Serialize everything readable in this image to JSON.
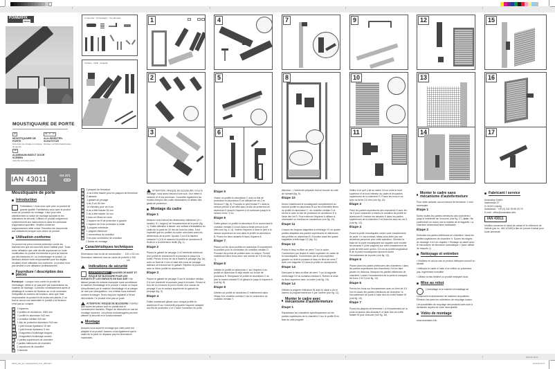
{
  "cover": {
    "brand": "POWERFIX",
    "brand_sub": "PROFI",
    "title": "MOUSTIQUAIRE DE PORTE",
    "languages": [
      {
        "flag": "FR",
        "title": "MOUSTIQUAIRE DE PORTE",
        "subtitle": "Instructions de montage et consignes de sécurité"
      },
      {
        "flag": "DE · AT · CH",
        "title": "ALU-INSEKTEN-SCHUTZTÜR",
        "subtitle": "Montage- und Sicherheitshinweise"
      },
      {
        "flag": "GB",
        "title": "ALUMINIUM INSECT DOOR SCREEN",
        "subtitle": "Assembly and safety advice"
      }
    ],
    "ian": "IAN 43011",
    "oa": "OA 371",
    "oa_flag": "FR"
  },
  "col1": {
    "page_title": "Moustiquaire de porte",
    "intro_heading": "Introduction",
    "intro_text": "Félicitations ! Vous avez opté pour un produit de grande qualité. Familiarisez-vous avec le produit avant de procéder au montage. Lisez pour cela attentivement la notice de montage suivante et les indications de sécurité. Utilisez ce produit uniquement conformément aux instructions et dans les domaines d'application spécifiés. Veuillez conserver soigneusement cette notice. Remettez les documents aux utilisateurs lorsque vous cédez ce produit.",
    "use_heading": "Utilisation conforme",
    "use_text": "Ce produit est prévu comme protection contre les insectes tels que les mouches dans l'habitat privé. Toute autre utilisation que celle décrite auparavant ou toute modification du produit est interdite et peut se traduire par des blessures et / ou endommager le produit. Le fabricant décline toute responsabilité pour les dégâts résultant d'une utilisation non conforme. Le produit n'est pas destiné à une utilisation professionnelle.",
    "parts_heading": "Fourniture / description des pièces",
    "parts_note_label": "Remarque :",
    "parts_note": "Lorsque vous sortez le produit de l'emballage, veillez à ne pas jeter par inadvertance du matériel de montage. Contrôlez immédiatement après le déballage le contenu de livraison au vu du sommaire l'intégralité du contenu de livraison, ainsi que l'état irréprochable du produit et de toutes ses pièces. Il ne faut en aucun cas assembler le produit si la livraison n'est pas au complet.",
    "parts": [
      {
        "tag": "A",
        "text": "2 équerres"
      },
      {
        "tag": "B",
        "text": "2 profilés en aluminium, 2060 mm"
      },
      {
        "tag": "C",
        "text": "1 profilé en aluminium 940 mm"
      },
      {
        "tag": "D",
        "text": "1 croisillon médian 940 mm"
      },
      {
        "tag": "E",
        "text": "1 tôle de protection aluminium 940 mm"
      },
      {
        "tag": "F1",
        "text": "1 joint brosse épaisseur 15 mm"
      },
      {
        "tag": "F2",
        "text": "1 joint brosse épaisseur 5 mm"
      },
      {
        "tag": "G1",
        "text": "2 baguettes d'enfichage longues"
      },
      {
        "tag": "G2",
        "text": "4 baguettes d'enfichage courtes"
      },
      {
        "tag": "H",
        "text": "2 parties supérieures de charnière"
      },
      {
        "tag": "I",
        "text": "2 parties inférieures de charnière"
      },
      {
        "tag": "J",
        "text": "2 capuchons de charnière"
      },
      {
        "tag": "K",
        "text": "3 aimants"
      }
    ]
  },
  "col2": {
    "parts_cont": [
      {
        "tag": "L",
        "text": "2 plaques de fermeture"
      },
      {
        "tag": "M",
        "text": "4 vis à tête fraisée pour les plaques de fermeture"
      },
      {
        "tag": "N",
        "text": "2 aimants"
      },
      {
        "tag": "O",
        "text": "1 gabarit de perçage"
      },
      {
        "tag": "P",
        "text": "4 vis 5 cm 80 mm"
      },
      {
        "tag": "Q",
        "text": "14 chevilles pour vis 5 cm"
      },
      {
        "tag": "R",
        "text": "8 vis à tête fraisée 35 mm"
      },
      {
        "tag": "S",
        "text": "2 vis à tête fraisée 16 mm"
      },
      {
        "tag": "T",
        "text": "1 tissu en fibres de verre"
      },
      {
        "tag": "U",
        "text": "1 équerre de fil de protection à gauche"
      },
      {
        "tag": "V",
        "text": "1 équerre de fil de protection à droite"
      },
      {
        "tag": "W",
        "text": "1 poignée extérieure"
      },
      {
        "tag": "X",
        "text": "1 poignée intérieure"
      },
      {
        "tag": "Y",
        "text": "2 connecteurs du croisillon"
      },
      {
        "tag": "Z",
        "text": "2 vis pour connecteur de croisillon"
      },
      {
        "tag": "",
        "text": "1 Notice de montage"
      }
    ],
    "tech_heading": "Caractéristiques techniques",
    "tech": [
      {
        "label": "Dimensions max du kit de construction :",
        "value": "100 x 210 cm"
      },
      {
        "label": "Dimension intérieure max du cadre de porte :",
        "value": "94 x 206 cm"
      }
    ],
    "safety_heading": "Indications de sécurité",
    "danger_label": "AVERTISSEMENT !",
    "danger_title": "DANGER DE MORT ET RISQUE DE BLESSURE POUR LES ENFANTS ET LES ENFANTS EN BAS ÂGE !",
    "danger_text": "Ne laissez jamais les enfants manipuler sans surveillance le matériel d'emballage et le produit. Il existe un risque d'étouffement par le matériel d'emballage et un danger de mort par strangulation. Les enfants sous-estiment souvent le danger. Tenez toujours l'appareil à l'écart des enfants. Ce produit n'est pas un jouet.",
    "caution_label": "ATTENTION ! RISQUE DE BLESSURE !",
    "caution_text": "Vérifiez que toutes les pièces sont en parfait état et correctement montées. Risque de blessures en cas de montage incorrect. Les pièces endommagées peuvent affecter la sécurité et le fonctionnement.",
    "mount_heading": "Montage",
    "mount_text": "Assurez-vous avant le montage que votre porte est adaptée à ce produit. Assurez-vous également que le cadre de la porte ne dépasse pas les dimensions maximales."
  },
  "col3": {
    "caution": "ATTENTION ! RISQUE DE BLESSURE ! Pour le montage, vous aurez besoin d'une scie, d'un mètre à mesurer et d'une perceuse. Consultez également les modes d'emploi des outils nécessaires et utilisez des gants de protection.",
    "frame_heading": "Montage du cadre",
    "steps": [
      {
        "title": "Étape 1",
        "text": "Mesurez tout d'abord les dimensions intérieures (H = hauteur, B = largeur) de l'encadrement de la porte (fig. 1). Faites attention à laisser une surface d'installation du cadre de la porte de 30 mm de tous les côtés. Il est impératif que les profilés du cadre coïncident avec les dimensions de la porte. Ajoutez 3 cm à la hauteur mesurée H (LH) et mesurez le profilé en aluminium B. Sciez-le à la dimension réelle (fig. 1)."
      },
      {
        "title": "Étape 2",
        "text": "Placez le gabarit de perçage O à l'extrémité intérieure d'un profilé en aluminium B et poussez-le jusqu'à la butée. Percez le trou de vis à travers le perçage (fig. 2a) avec un foret de 4 mm à l'aide des trous de perçage latéraux se trouvant sur le gabarit. Répétez la procédure avec le 2ème profilé en aluminium B."
      },
      {
        "title": "Étape 3",
        "text": "Placez le gabarit de perçage O sur le croisillon médian D à une extrémité et poussez jusqu'à la butée. Percez le trou de vis à travers le point d'ordre d'un carcan de perçage X sur le surface supérieure du gabarit de perçage (fig. 3)."
      },
      {
        "title": "Étape 4",
        "text": "Faites maintenant glisser pour chaque profilé en aluminium B sur l'extrémité préparée l'équerre adaptée aux fils de protection U et V dans l'ouverture du profil."
      }
    ]
  },
  "col4": {
    "steps": [
      {
        "title": "Étape 5",
        "text": "Vissez un profilé en aluminium C avec la tôle de protection en aluminium E en utilisant les vis Z et l'embout Y (fig. 5). Poussez le joint brosse F1 dans la rainure prévue à cet effet dans la tôle de protection en aluminium E jusqu'à l'équerre A et continuez jusqu'à la rainure d'env. 3 cm."
      },
      {
        "title": "Étape 6",
        "text": "Faites glisser un profilé en aluminium B en connectant le croisillon médian D à tout dans la fente prévue à cet effet (voir fig. 6 / a). Insérez l'équerre A dans le joint à la rainure supérieure en tout dans le profilé en aluminium B. Posez les deux aimants N dans l'équerre A."
      },
      {
        "title": "Étape 7",
        "text": "Placez sur les deux profilés en aluminium B exactement la position pour le connecteur du croisillon médian D. Poussez les points de pointes avec un crayon. Percez maintenant deux trous avec une mèche de 3,5 mm (fig. 7)."
      },
      {
        "title": "Étape 8",
        "text": "Débitez le profilé en aluminium C sur l'équerre A du profilé en aluminium B déjà monté sur la tôle de protection E. Remplacez le profilé en aluminium C du joint le travers restant F2 et glissez-le jusqu'à l'équerre A (voir fig. 8)."
      },
      {
        "title": "Étape 9",
        "text": "Débitez un profilé en aluminium D entièrement dans l'étape 8 le croisillon médian D sur le connecteur du croisillon médian Y."
      }
    ]
  },
  "col5": {
    "attention": "Attention : L'extrémité préparée doit se trouver du côté de l'aimant (fig. 9).",
    "steps": [
      {
        "title": "Étape 10",
        "text": "Serrez maintenant la moustiquaire complètement au second profilé en aluminium B sur les extrémités libres du profilé en aluminium C, du croisillon médian D et serrez le avec la tôle de protection en aluminium E à l'aide des vis R. Pour enfoncer l'équerre A utilisez si nécessaire un marteau en caoutchouc (voir fig. 10)."
      },
      {
        "title": "Étape 11",
        "text": "Coupez les longues baguettes à enfichage G1 en quatre parties adaptées aux parties supérieures et inférieures des profilés en aluminium B. Enroulez aussi les quatre baguettes à enfichage G2 (fig. 11)."
      },
      {
        "title": "Étape 12",
        "text": "Posez le tissu en fibre de verre T sur le cadre. Commencez par tendre le cadre supérieur du cadre de la moustiquaire. Commencez par le coin supérieur gauche ou droit et poussez le tissu en fibre de verre T avec une baguette G1 dans le profilé en aluminium B."
      },
      {
        "title": "Étape 13",
        "text": "Découpez le tissu en fibre de verre T sur la baguette d'enfichage G2 du croisillon médian D. Retirez le reste du tissu supérieur avec un cutter (voir fig. 10)."
      },
      {
        "title": "Étape 14",
        "text": "Débitez la poignée extérieure W avec le canal à vis et insérez la poignée intérieure X par l'arrière (voir fig. 11)."
      }
    ],
    "no_closer_heading": "Monter le cadre avec mécanisme d'autofermeture",
    "no_closer_step": {
      "title": "Étape 1",
      "text": "Répartissez les charnières symétriquement sur les parties supérieures de la charnière H sur le profilé B en face du côté poignée."
    }
  },
  "col6": {
    "intro": "Veillez à ce qu'il y ait au moins 15 cm entre le bord supérieur et le bord inférieur du cadre et les parties supérieures de la charnière H. Posez les trous à vis avec la forme 3,5 mm (voir fig. 12).",
    "steps": [
      {
        "title": "Étape 3",
        "text": "Fixez les parties supérieures des charnières H avec les vis S pour connecter à travers le croisillon de profilé en aluminium B. Insérez les aimants K dans les parties supérieures de la charnière H et fixez-les avec les vis S (voir fig. 12)."
      },
      {
        "title": "Étape 4",
        "text": "Posez la porte moustiquaire contre votre encadrement de porte. Le cas échéant, faites-vous aider par une deuxième personne pour cette opération. Orientez la base de la porte moustiquaire sur laquelle sont montés les aimants K (côté poignée) sur votre encadrement de porte de telle sorte qu'env. 3,5 cm du profilé longitudinal B de la porte moustiquaire reposent contre l'encadrement de la porte (voir fig. 13)."
      },
      {
        "title": "Étape 5",
        "text": "Placez alors les parties inférieures des charnières I dans les parties supérieures des charnières H et les faire pivoter en dessous. Marquez les parties inférieures de charnière I contre l'encadrement de la porte et marquez les trous 2 et 3 (voir fig. 14)."
      },
      {
        "title": "Étape 6",
        "text": "Percez les trous sur l'encadrement avec un foret de 3,5 mm et vissez les parties inférieures de charnière I à l'encadrement de porte à l'aide des vis à tête fraisée M (voir fig. 15)."
      },
      {
        "title": "Étape 7",
        "text": "Posez les plaques de fermeture L à l'encadrement de la porte à hauteur des aimants K à l'aide des vis à tête fraisée M pour chacune (voir fig. 16)."
      }
    ]
  },
  "col7": {
    "heading": "Monter le cadre sans mécanisme d'autofermeture",
    "intro": "Pour cette variante, aucun ressort de fermeture J n'est nécessaire.",
    "steps": [
      {
        "title": "Étape 1",
        "text": "Sortez toutes les parties inférieures des charnières I jusqu'à l'extrémité de l'encoche (voir fig. 17).",
        "note_label": "Avis :",
        "note": "Ne positionnez en aucun cas la molette de la baguette. La charnière deviendrait alors inutilisable."
      },
      {
        "title": "Étape 2",
        "text": "Emboîtez les parties inférieures de charnière I dans les parties supérieures de charnière H. Suivez les étapes du montage 3 à 6 du chapitre « Montage du cadre avec le mécanisme de fermeture automatique » (sans utiliser de ressorts J)."
      }
    ],
    "clean_heading": "Nettoyage et entretien",
    "clean_items": [
      "N'utilisez en aucun cas un produit nettoyant corrosif ou abrasif.",
      "Nettoyez le cadre à l'aide d'un chiffon ou pulvérisez pas, légèrement humidifié.",
      "Utilisez la eau tiédient ou produit nettoyant doux."
    ],
    "recycle_heading": "Mise au rebut",
    "recycle_text": "L'emballage et le matériel d'emballage se composent exclusivement de matières recyclables. Éliminez-les dans les collecteurs de recyclage locaux.",
    "recycle_text2": "Les possibilités de recyclage des produits usés sont à demander auprès de votre municipalité.",
    "video_heading": "Vidéo de montage",
    "video_url": "www.anamatos.info"
  },
  "col8": {
    "heading": "Fabricant / service",
    "address": [
      "Anamatos GmbH",
      "Inselstraße 27",
      "D-04103 Leipzig",
      "Assistance : +49 (0) 341 99 99 40 79",
      "E-mail : office@anamatos.info"
    ],
    "ian": "IAN 43011",
    "note": "Veuillez conserver le ticket de caisse et le référence de l'article (par ex. IAN 12345) à titre de preuve d'achat pour toute demande."
  },
  "figures": {
    "tools_caption": "À vous fixer · Zu benötigen · You will need",
    "contents_caption": "Contenu · Inhalt · Contents",
    "labels": [
      "1",
      "2",
      "3",
      "4",
      "5",
      "6",
      "7",
      "8",
      "9",
      "10",
      "11",
      "12",
      "13",
      "14",
      "15",
      "16",
      "17"
    ]
  },
  "footer": {
    "left": "43011_pow_alu_Insektenschutzt_Tuer_LB8.indd 1",
    "right_top": "19.03.10 10:17",
    "right_bot": "22.03.10  10:17"
  },
  "colors": {
    "band": "#ebebeb",
    "ian_box": "#8b8b8b",
    "frame": "#555555",
    "calibration": [
      "#f4ec1e",
      "#e8158a",
      "#6b2c90",
      "#1b3f9a",
      "#0a9b49",
      "#221f20",
      "#e6212a",
      "#f89bc8",
      "#f9ee8a",
      "#8fd0ef",
      "#bfbfbf"
    ]
  }
}
